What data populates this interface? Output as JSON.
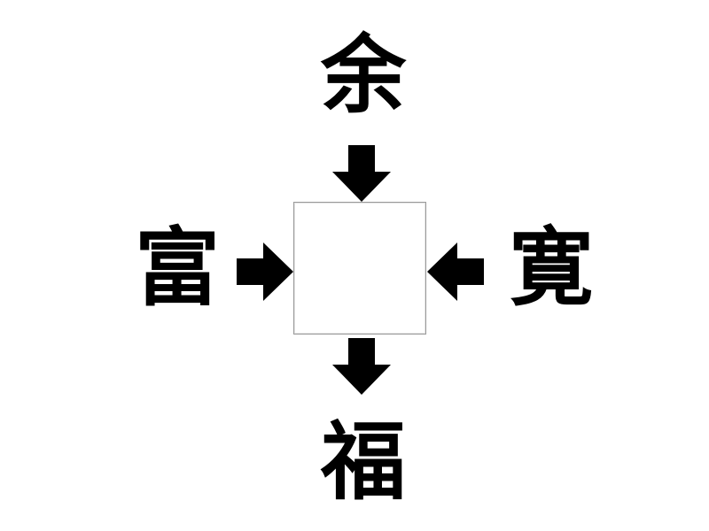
{
  "puzzle": {
    "top": "余",
    "left": "富",
    "right": "寛",
    "bottom": "福",
    "answer": ""
  },
  "colors": {
    "ink": "#000000",
    "box_border": "#9a9a9a",
    "background": "#ffffff"
  },
  "icons": {
    "top": "arrow-down-icon",
    "left": "arrow-right-icon",
    "right": "arrow-left-icon",
    "bottom": "arrow-down-icon"
  }
}
